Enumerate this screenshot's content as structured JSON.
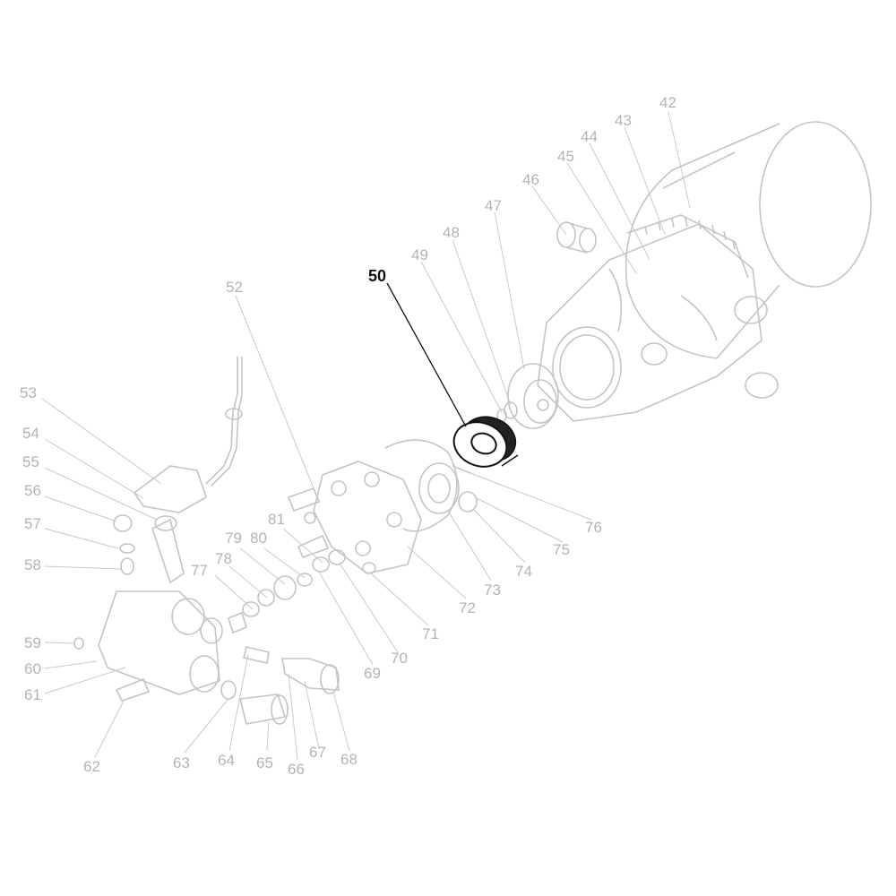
{
  "diagram": {
    "highlighted_part": "50",
    "callouts": [
      "42",
      "43",
      "44",
      "45",
      "46",
      "47",
      "48",
      "49",
      "50",
      "52",
      "53",
      "54",
      "55",
      "56",
      "57",
      "58",
      "59",
      "60",
      "61",
      "62",
      "63",
      "64",
      "65",
      "66",
      "67",
      "68",
      "69",
      "70",
      "71",
      "72",
      "73",
      "74",
      "75",
      "76",
      "77",
      "78",
      "79",
      "80",
      "81"
    ],
    "colors": {
      "muted": "#b3b3b3",
      "highlight": "#111111",
      "line": "#c4c4c4"
    }
  }
}
